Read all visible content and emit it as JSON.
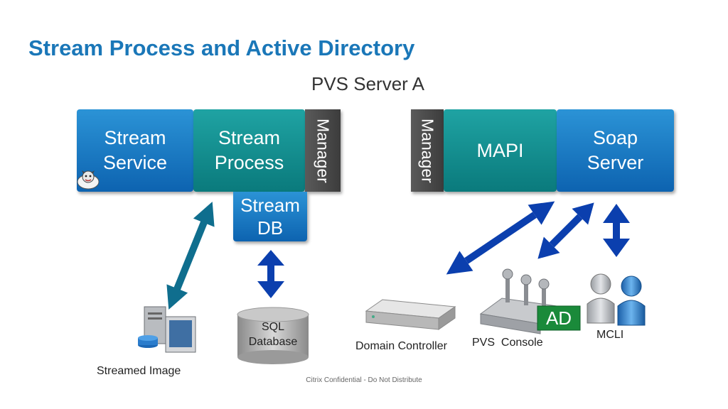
{
  "title": "Stream Process and Active Directory",
  "server_label": "PVS Server A",
  "boxes": {
    "stream_service": [
      "Stream",
      "Service"
    ],
    "stream_process": [
      "Stream",
      "Process"
    ],
    "manager_left": "Manager",
    "stream_db": [
      "Stream",
      "DB"
    ],
    "manager_right": "Manager",
    "mapi": "MAPI",
    "soap_server": [
      "Soap",
      "Server"
    ]
  },
  "labels": {
    "streamed_image": "Streamed Image",
    "sql_database": [
      "SQL",
      "Database"
    ],
    "domain_controller": "Domain Controller",
    "pvs_console": "PVS  Console",
    "ad_badge": "AD",
    "mcli": "MCLI"
  },
  "footer": "Citrix Confidential - Do Not Distribute",
  "colors": {
    "title": "#1a77b8",
    "box_blue": "#1479c4",
    "box_teal": "#0e8a8c",
    "manager": "#4a4a4a",
    "arrow_teal": "#0f6e8e",
    "arrow_blue": "#0b3fae",
    "ad_badge": "#1a8a3a"
  }
}
